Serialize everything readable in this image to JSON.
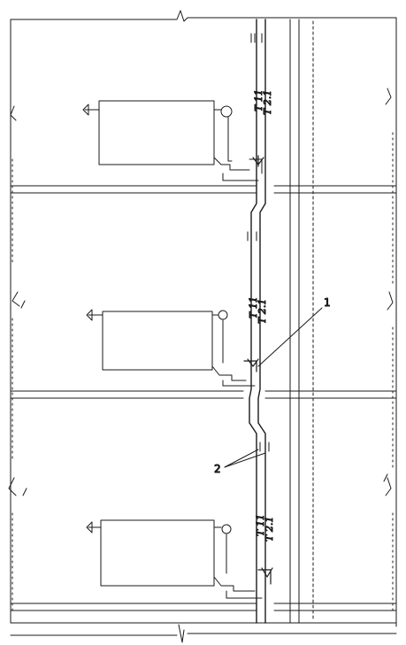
{
  "floors": [
    {
      "supply_label": "T 11",
      "return_label": "T 2.1"
    },
    {
      "supply_label": "T 11",
      "return_label": "T 2.1"
    },
    {
      "supply_label": "T 11",
      "return_label": "T 2.1"
    }
  ],
  "callouts": {
    "valve": "1",
    "sleeves": "2"
  }
}
